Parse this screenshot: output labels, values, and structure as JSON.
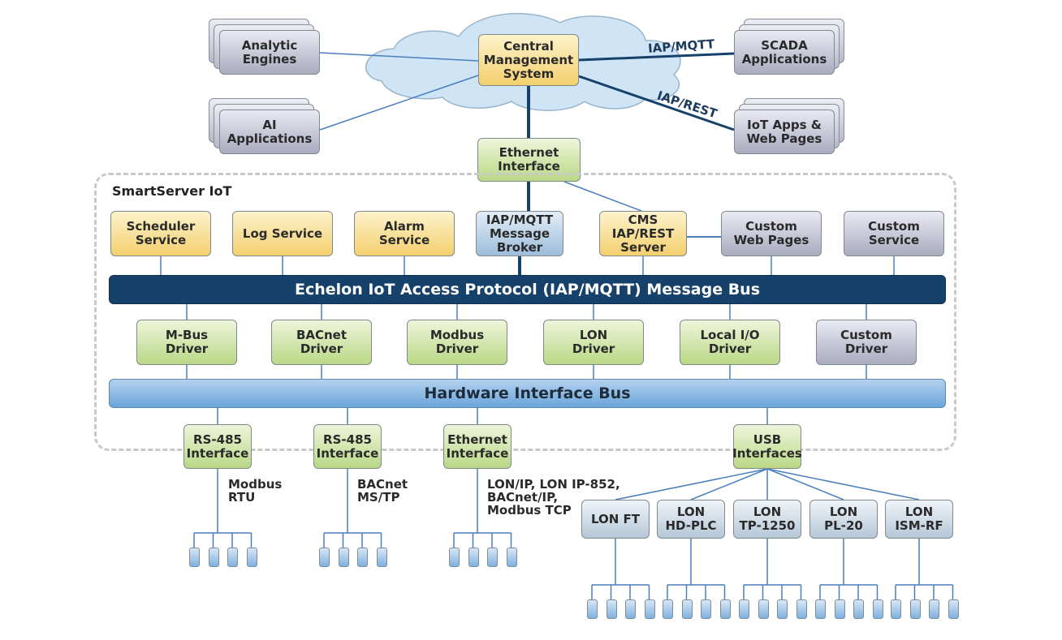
{
  "cloud": {
    "central": "Central\nManagement\nSystem",
    "left_apps": [
      {
        "label": "Analytic\nEngines"
      },
      {
        "label": "AI\nApplications"
      }
    ],
    "right_apps": [
      {
        "label": "SCADA\nApplications",
        "protocol": "IAP/MQTT"
      },
      {
        "label": "IoT Apps &\nWeb Pages",
        "protocol": "IAP/REST"
      }
    ]
  },
  "ethernet_top": "Ethernet\nInterface",
  "smartserver": {
    "title": "SmartServer IoT",
    "services": [
      {
        "label": "Scheduler\nService",
        "color": "yellow"
      },
      {
        "label": "Log Service",
        "color": "yellow"
      },
      {
        "label": "Alarm\nService",
        "color": "yellow"
      },
      {
        "label": "IAP/MQTT\nMessage\nBroker",
        "color": "blue"
      },
      {
        "label": "CMS\nIAP/REST\nServer",
        "color": "yellow"
      },
      {
        "label": "Custom\nWeb Pages",
        "color": "grey"
      },
      {
        "label": "Custom\nService",
        "color": "grey"
      }
    ],
    "message_bus": "Echelon IoT Access Protocol (IAP/MQTT) Message Bus",
    "drivers": [
      {
        "label": "M-Bus\nDriver",
        "color": "green"
      },
      {
        "label": "BACnet\nDriver",
        "color": "green"
      },
      {
        "label": "Modbus\nDriver",
        "color": "green"
      },
      {
        "label": "LON\nDriver",
        "color": "green"
      },
      {
        "label": "Local I/O\nDriver",
        "color": "green"
      },
      {
        "label": "Custom\nDriver",
        "color": "grey"
      }
    ],
    "hardware_bus": "Hardware Interface Bus",
    "interfaces": [
      {
        "label": "RS-485\nInterface",
        "network": "Modbus\nRTU"
      },
      {
        "label": "RS-485\nInterface",
        "network": "BACnet\nMS/TP"
      },
      {
        "label": "Ethernet\nInterface",
        "network": "LON/IP, LON IP-852,\nBACnet/IP,\nModbus TCP"
      },
      {
        "label": "USB\nInterfaces",
        "network": ""
      }
    ]
  },
  "usb_networks": [
    {
      "label": "LON FT"
    },
    {
      "label": "LON\nHD-PLC"
    },
    {
      "label": "LON\nTP-1250"
    },
    {
      "label": "LON\nPL-20"
    },
    {
      "label": "LON\nISM-RF"
    }
  ],
  "devices_per_network": 4,
  "colors": {
    "message_bus": "#15416a",
    "hardware_bus": "#6aa5db",
    "link_dark": "#15416a",
    "link_light": "#4a7fbf",
    "cloud_fill": "#cfe4f5"
  }
}
